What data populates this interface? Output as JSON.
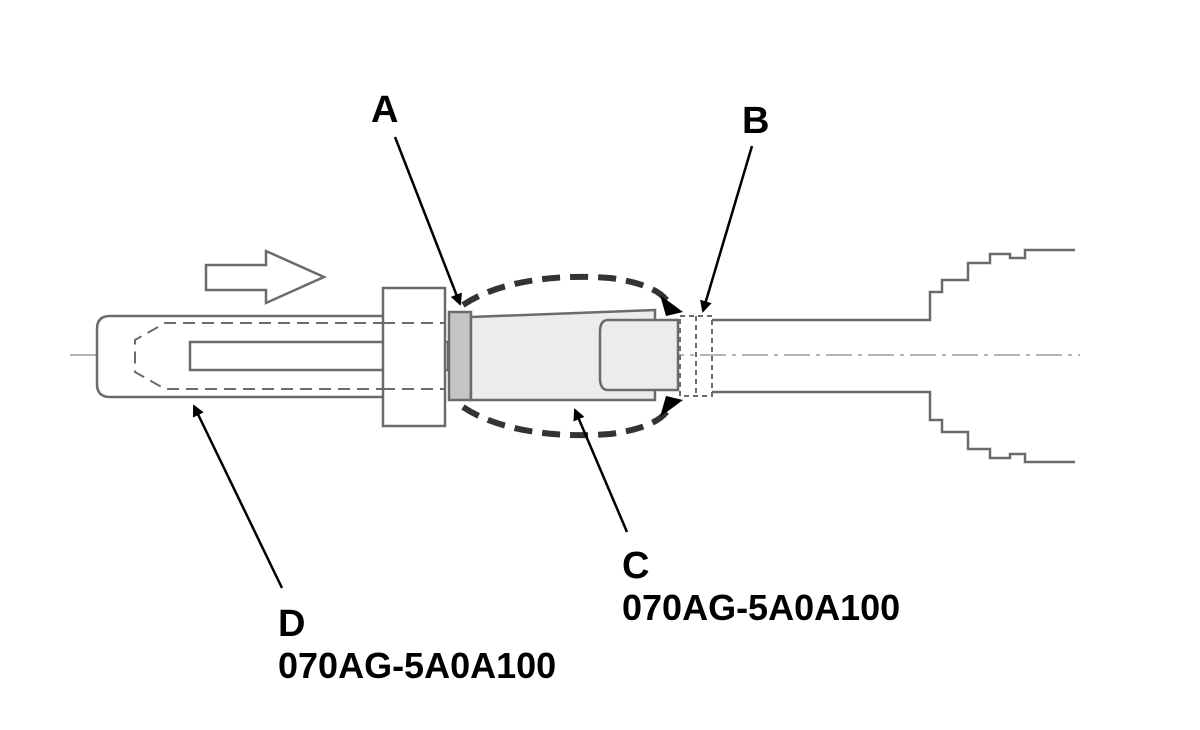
{
  "callouts": {
    "a": {
      "letter": "A"
    },
    "b": {
      "letter": "B"
    },
    "c": {
      "letter": "C",
      "part_number": "070AG-5A0A100"
    },
    "d": {
      "letter": "D",
      "part_number": "070AG-5A0A100"
    }
  },
  "colors": {
    "outline": "#6b6b6b",
    "ink": "#000000",
    "collar_fill": "#c4c4c4",
    "sleeve_fill": "#ececec",
    "background": "#ffffff"
  }
}
